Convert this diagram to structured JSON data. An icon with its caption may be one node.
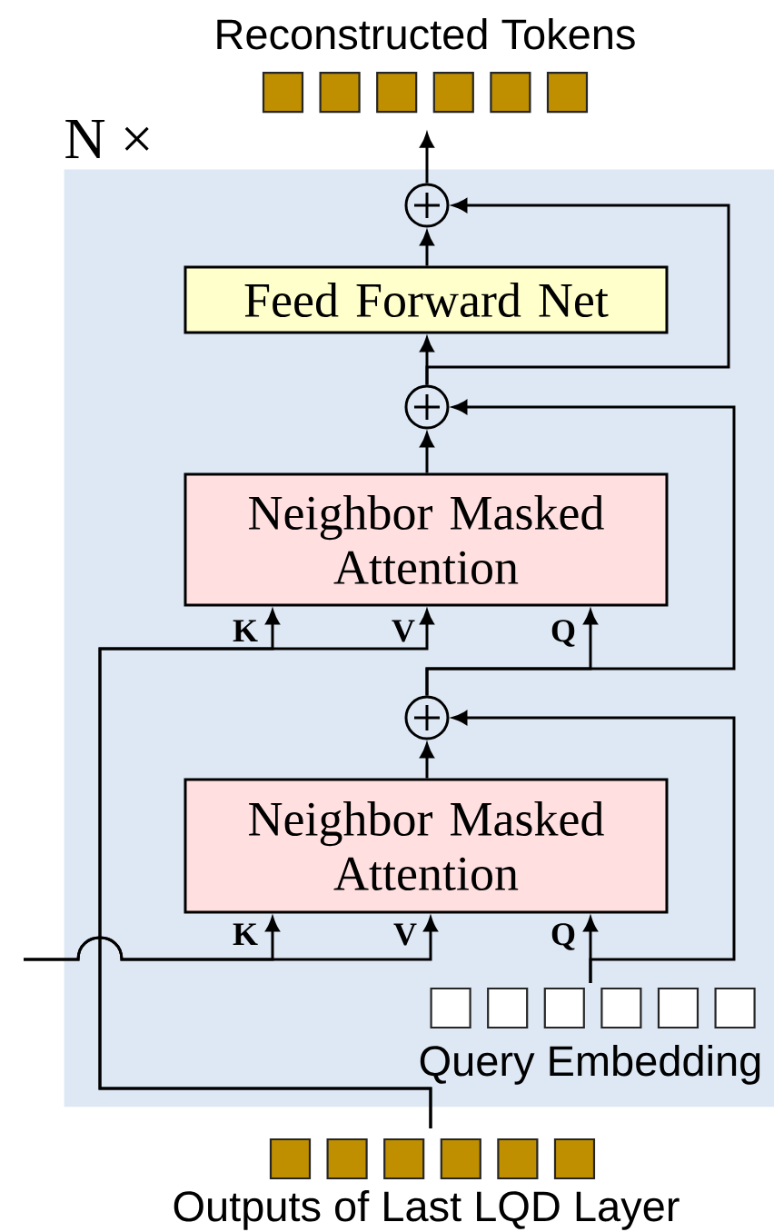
{
  "diagram": {
    "nodes": [
      {
        "text": [
          "Reconstructed Tokens"
        ]
      },
      {
        "text": [
          "N ×"
        ]
      },
      {
        "text": [],
        "shape": "circle",
        "in": 1
      },
      {
        "text": [
          "Feed Forward Net"
        ],
        "in": 1
      },
      {
        "text": [],
        "shape": "circle",
        "in": 1
      },
      {
        "text": [
          "Neighbor Masked Attention"
        ],
        "in": 1
      },
      {
        "text": [],
        "shape": "circle",
        "in": 1
      },
      {
        "text": [
          "Neighbor Masked Attention"
        ],
        "in": 1
      },
      {
        "text": [
          "Query Embedding"
        ],
        "in": 1
      },
      {
        "text": [
          "Outputs of Last LQD Layer"
        ]
      }
    ],
    "edges": [
      {
        "from": 2,
        "to": 0,
        "arrow": "to"
      },
      {
        "from": 3,
        "to": 2,
        "arrow": "to"
      },
      {
        "from": 4,
        "to": 2,
        "arrow": "to"
      },
      {
        "from": 4,
        "to": 3,
        "arrow": "to"
      },
      {
        "from": 5,
        "to": 4,
        "arrow": "to"
      },
      {
        "from": 6,
        "to": 4,
        "arrow": "to"
      },
      {
        "from": 6,
        "to": 5,
        "arrow": "to",
        "label": "Q"
      },
      {
        "from": 9,
        "to": 5,
        "arrow": "to",
        "label": "K"
      },
      {
        "from": 9,
        "to": 5,
        "arrow": "to",
        "label": "V"
      },
      {
        "from": 7,
        "to": 6,
        "arrow": "to"
      },
      {
        "from": 8,
        "to": 6,
        "arrow": "to"
      },
      {
        "from": 8,
        "to": 7,
        "arrow": "to",
        "label": "Q"
      },
      {
        "from": null,
        "to": 7,
        "arrow": "to",
        "label": "K"
      },
      {
        "from": null,
        "to": 7,
        "arrow": "to",
        "label": "V"
      }
    ]
  }
}
